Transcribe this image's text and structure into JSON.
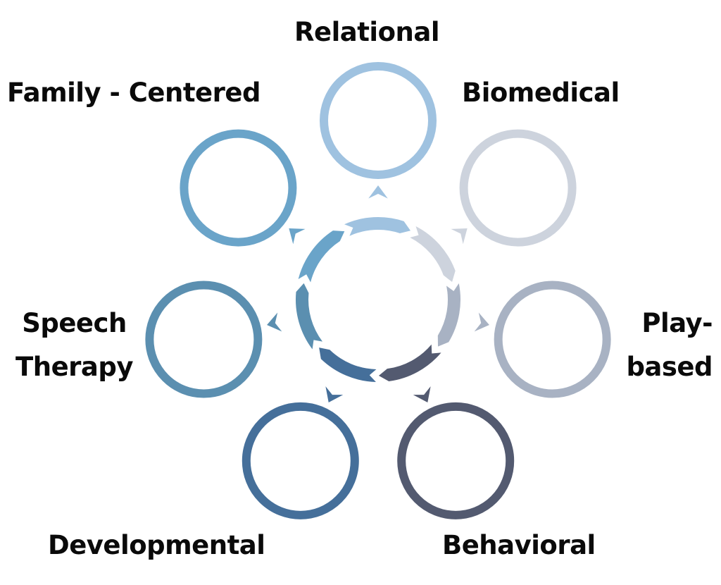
{
  "diagram": {
    "title": "",
    "center": {
      "type": "cycle-ring",
      "segments": 7,
      "direction": "clockwise"
    },
    "nodes": [
      {
        "id": "relational",
        "label_lines": [
          "Relational"
        ],
        "color": "#9fc2e0"
      },
      {
        "id": "biomedical",
        "label_lines": [
          "Biomedical"
        ],
        "color": "#cdd3dd"
      },
      {
        "id": "play-based",
        "label_lines": [
          "Play-",
          "based"
        ],
        "color": "#a8b2c3"
      },
      {
        "id": "behavioral",
        "label_lines": [
          "Behavioral"
        ],
        "color": "#535a70"
      },
      {
        "id": "developmental",
        "label_lines": [
          "Developmental"
        ],
        "color": "#456f9a"
      },
      {
        "id": "speech-therapy",
        "label_lines": [
          "Speech",
          "Therapy"
        ],
        "color": "#5b8fb0"
      },
      {
        "id": "family-centered",
        "label_lines": [
          "Family - Centered"
        ],
        "color": "#6aa4c9"
      }
    ]
  }
}
